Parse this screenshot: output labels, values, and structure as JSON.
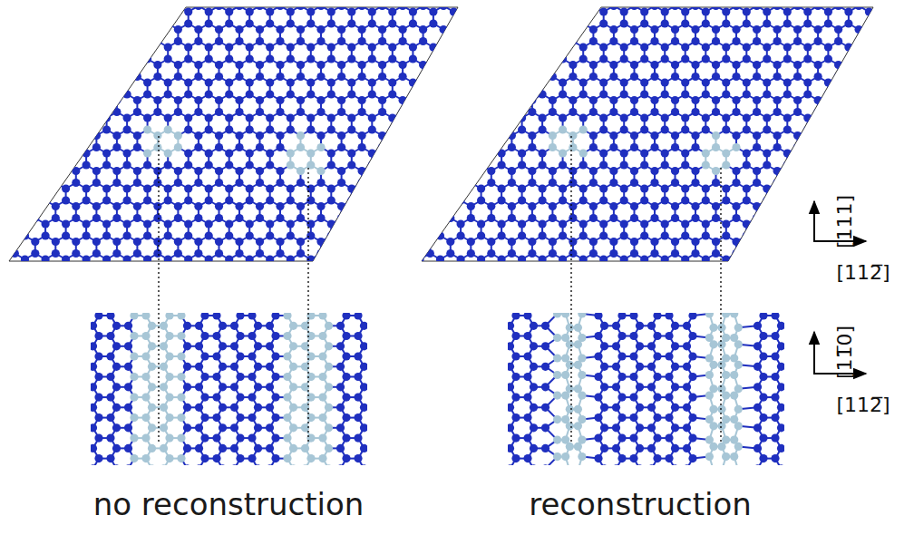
{
  "diagram": {
    "labels": [
      "[111]",
      "[112̅]",
      "[11̅0]",
      "[112̅]",
      "no reconstruction",
      "reconstruction"
    ]
  }
}
